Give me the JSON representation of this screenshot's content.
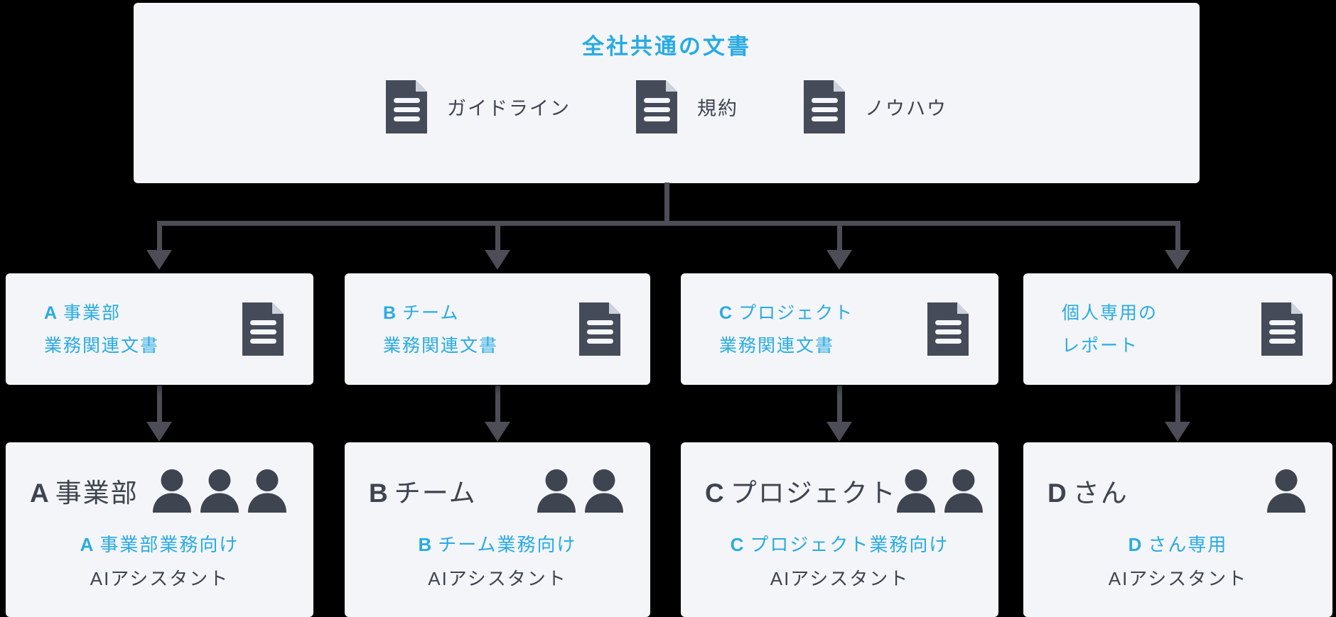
{
  "colors": {
    "background": "#000000",
    "box_fill": "#f4f5f8",
    "accent_cyan": "#29abe2",
    "dark_slate": "#3e4450",
    "connector_gray": "#4c4d56"
  },
  "icons": {
    "document": "document-icon",
    "person": "person-icon",
    "arrow_down": "arrow-down-icon"
  },
  "top_box": {
    "title": "全社共通の文書",
    "documents": [
      {
        "label": "ガイドライン"
      },
      {
        "label": "規約"
      },
      {
        "label": "ノウハウ"
      }
    ]
  },
  "middle_boxes": [
    {
      "line1": "A事業部",
      "line2": "業務関連文書"
    },
    {
      "line1": "Bチーム",
      "line2": "業務関連文書"
    },
    {
      "line1": "Cプロジェクト",
      "line2": "業務関連文書"
    },
    {
      "line1": "個人専用の",
      "line2": "レポート"
    }
  ],
  "bottom_boxes": [
    {
      "name": "A事業部",
      "member_count": 3,
      "assistant_for": "A事業部業務向け",
      "assistant_label": "AIアシスタント"
    },
    {
      "name": "Bチーム",
      "member_count": 2,
      "assistant_for": "Bチーム業務向け",
      "assistant_label": "AIアシスタント"
    },
    {
      "name": "Cプロジェクト",
      "member_count": 2,
      "assistant_for": "Cプロジェクト業務向け",
      "assistant_label": "AIアシスタント"
    },
    {
      "name": "Dさん",
      "member_count": 1,
      "assistant_for": "Dさん専用",
      "assistant_label": "AIアシスタント"
    }
  ]
}
